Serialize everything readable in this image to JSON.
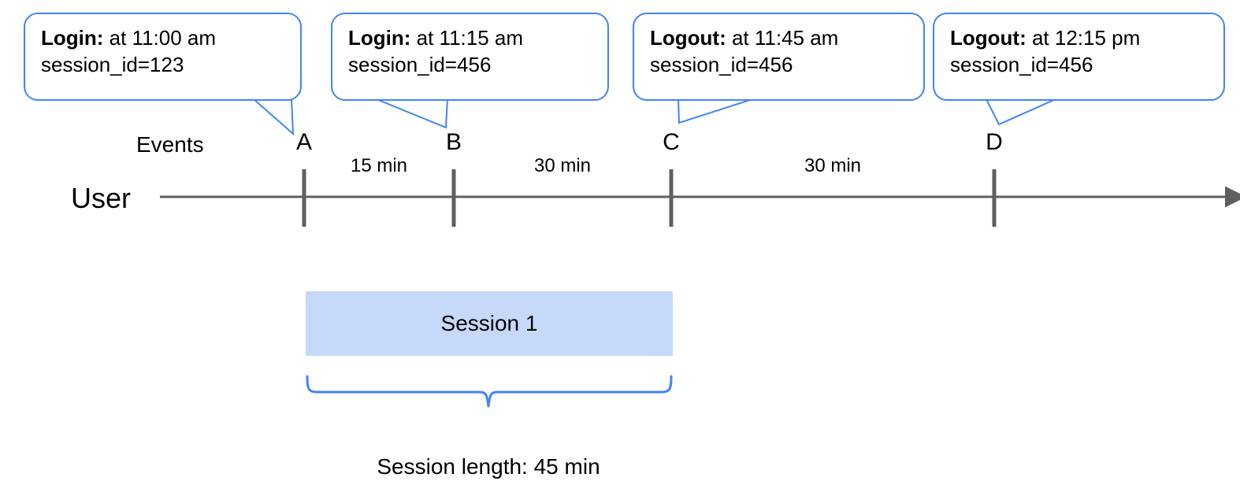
{
  "diagram": {
    "title_row_label": "User",
    "events_row_label": "Events",
    "callouts": [
      {
        "id": "A",
        "event": "Login:",
        "time": " at 11:00 am",
        "detail": "session_id=123"
      },
      {
        "id": "B",
        "event": "Login:",
        "time": " at 11:15 am",
        "detail": "session_id=456"
      },
      {
        "id": "C",
        "event": "Logout:",
        "time": " at 11:45 am",
        "detail": "session_id=456"
      },
      {
        "id": "D",
        "event": "Logout:",
        "time": " at 12:15 pm",
        "detail": "session_id=456"
      }
    ],
    "ticks": [
      {
        "label": "A"
      },
      {
        "label": "B"
      },
      {
        "label": "C"
      },
      {
        "label": "D"
      }
    ],
    "intervals": [
      {
        "label": "15 min",
        "from": "A",
        "to": "B"
      },
      {
        "label": "30 min",
        "from": "B",
        "to": "C"
      },
      {
        "label": "30 min",
        "from": "C",
        "to": "D"
      }
    ],
    "session": {
      "bar_label": "Session 1",
      "caption": "Session length: 45 min"
    },
    "colors": {
      "callout_border": "#4285f4",
      "brace": "#4285f4",
      "session_fill": "#c6d9f8",
      "axis": "#5f5f5f",
      "tick": "#5f5f5f",
      "text": "#000000"
    }
  }
}
